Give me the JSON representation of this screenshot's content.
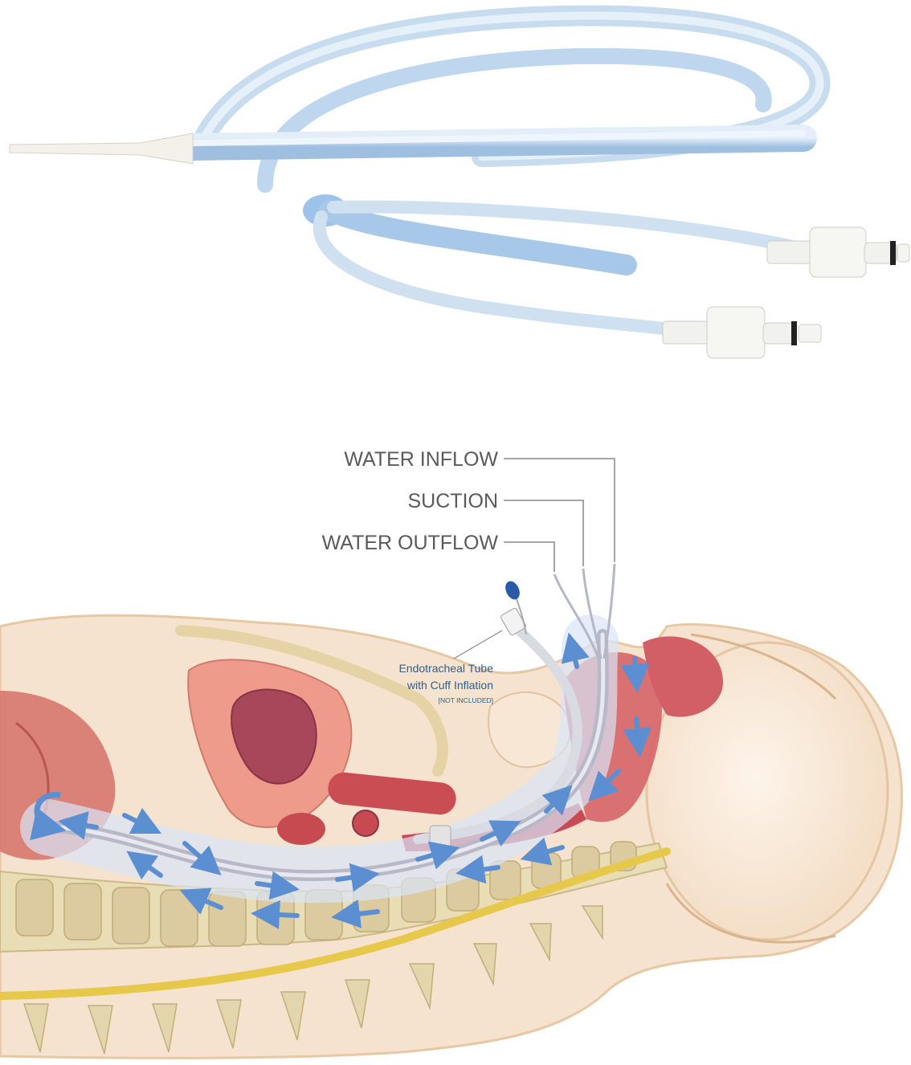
{
  "labels": {
    "water_inflow": "WATER INFLOW",
    "suction": "SUCTION",
    "water_outflow": "WATER OUTFLOW",
    "ett_line1": "Endotracheal Tube",
    "ett_line2": "with Cuff Inflation",
    "ett_note": "[NOT INCLUDED]"
  },
  "colors": {
    "tube": "#b9d3ea",
    "tube_edge": "#8fb6dc",
    "skin": "#f6e3cf",
    "skin_edge": "#e7c7a4",
    "bone": "#e6d6a8",
    "spinal_cord": "#e6c84a",
    "organ": "#e88a84",
    "organ_dark": "#b84a56",
    "flow_arrow": "#5b8fd1"
  }
}
